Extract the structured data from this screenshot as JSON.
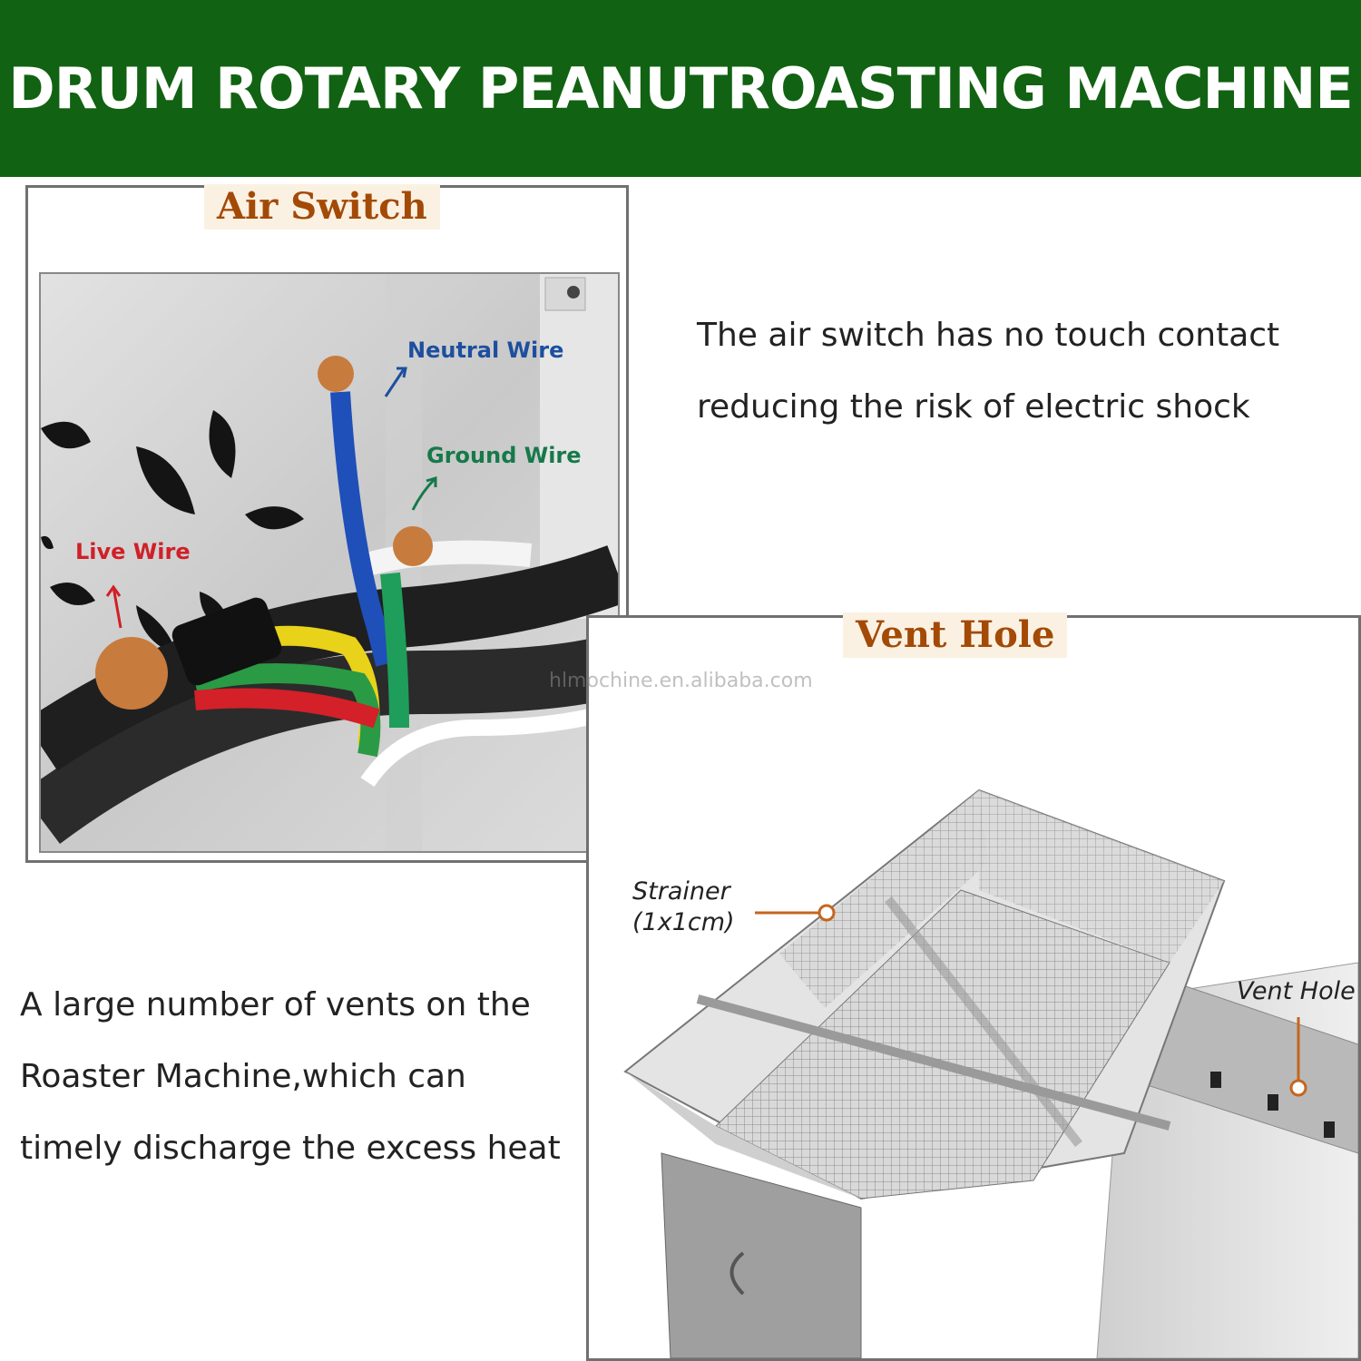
{
  "banner": {
    "title": "DRUM ROTARY PEANUTROASTING MACHINE"
  },
  "air_switch": {
    "tag": "Air Switch",
    "labels": {
      "neutral": "Neutral Wire",
      "ground": "Ground Wire",
      "live": "Live Wire"
    },
    "description": [
      "The air switch has no touch contact",
      "reducing the risk of electric shock"
    ]
  },
  "vent_hole": {
    "tag": "Vent Hole",
    "watermark": "hlmochine.en.alibaba.com",
    "labels": {
      "strainer_line1": "Strainer",
      "strainer_line2": "(1x1cm)",
      "vent": "Vent Hole"
    },
    "description": [
      "A large number of vents on the",
      "Roaster Machine,which can",
      "timely discharge the excess heat"
    ]
  },
  "colors": {
    "banner": "#116212",
    "tag_text": "#a34a07",
    "tag_bg": "#fbf1e2",
    "neutral_label": "#1d4f9e",
    "ground_label": "#16794a",
    "live_label": "#d02028",
    "callout": "#c5651f"
  }
}
